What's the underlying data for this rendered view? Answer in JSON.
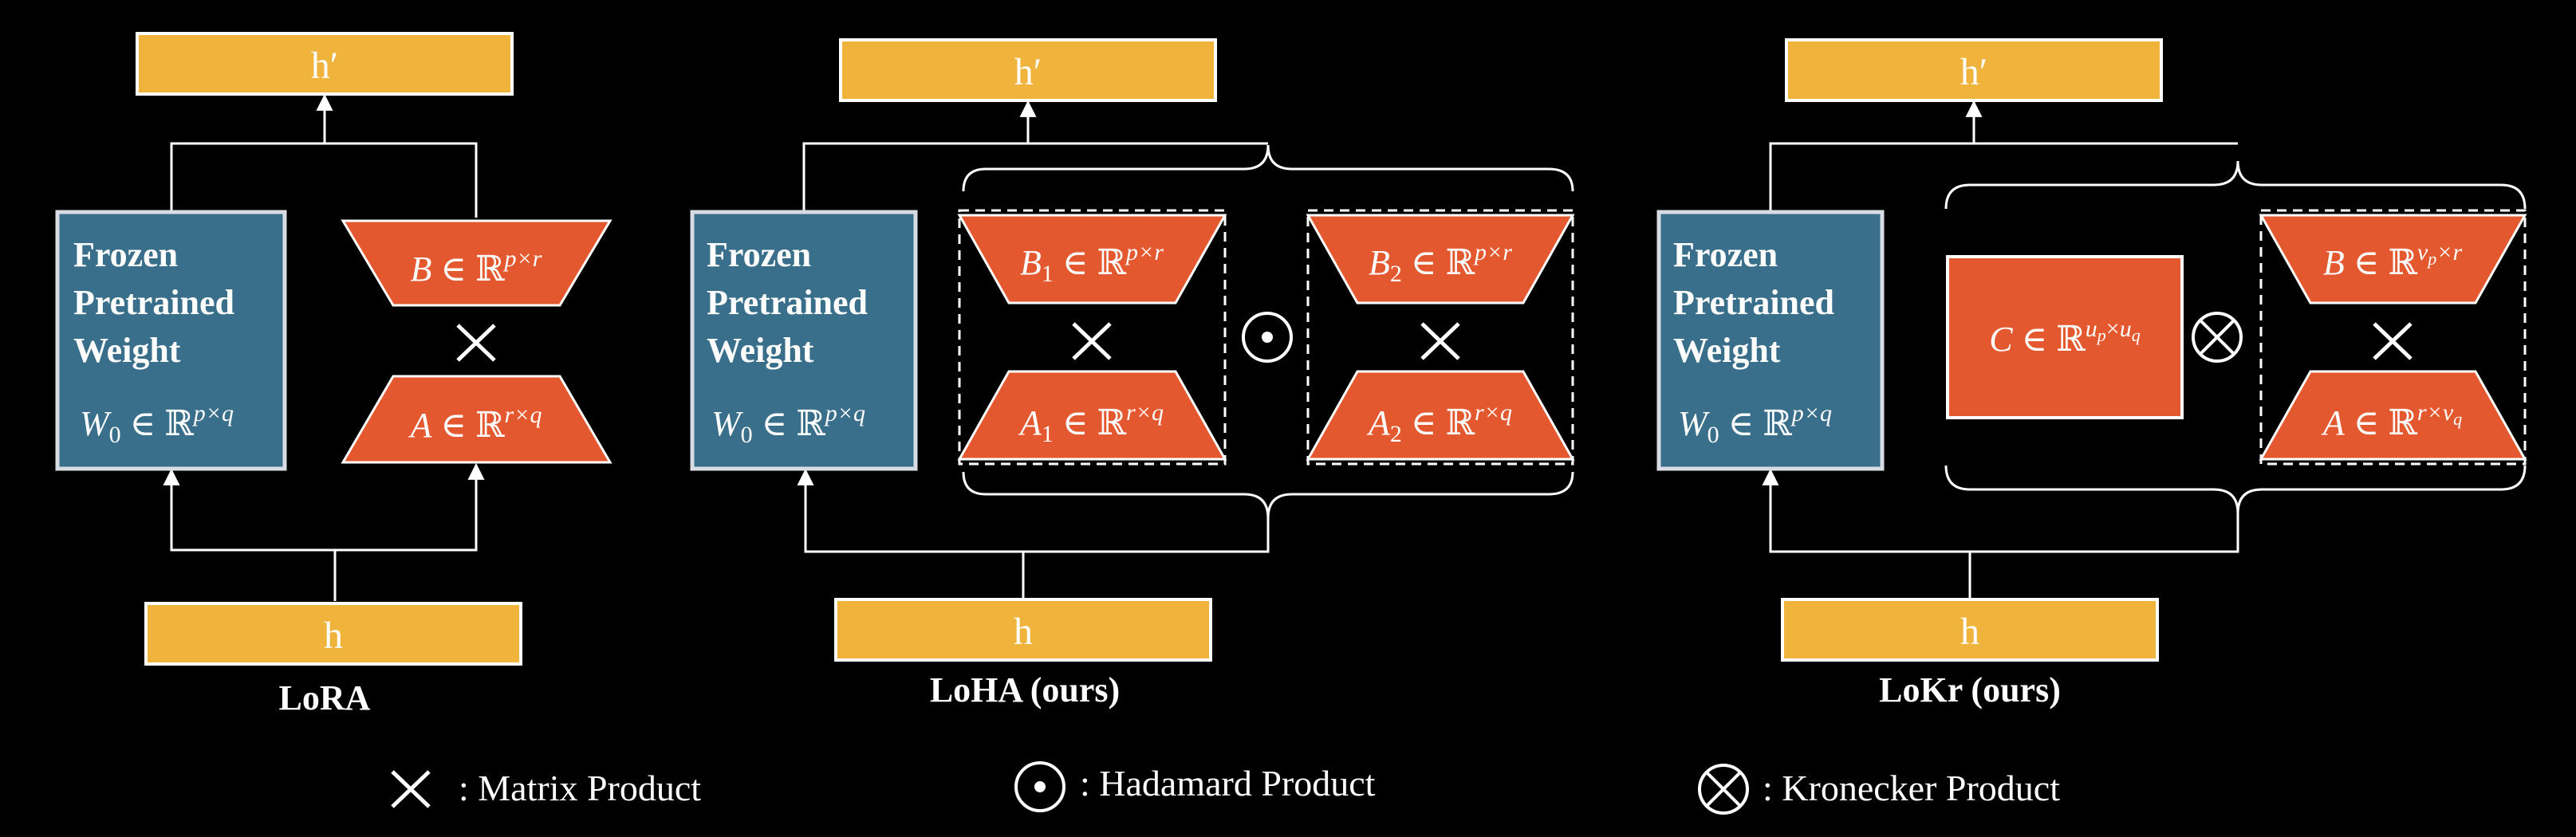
{
  "colors": {
    "background": "#000000",
    "io_box": "#F0B43C",
    "frozen_box": "#3A6F8C",
    "lowrank_box": "#E4582F",
    "line": "#FFFFFF"
  },
  "panels": {
    "lora": {
      "title": "LoRA",
      "output_label": "h′",
      "input_label": "h",
      "frozen": {
        "line1": "Frozen",
        "line2": "Pretrained",
        "line3": "Weight",
        "w_base": "W",
        "w_sub": "0",
        "w_in": " ∈ ℝ",
        "w_sup": "p×q"
      },
      "B": {
        "sym": "B",
        "in": " ∈ ℝ",
        "sup": "p×r"
      },
      "A": {
        "sym": "A",
        "in": " ∈ ℝ",
        "sup": "r×q"
      }
    },
    "loha": {
      "title": "LoHA (ours)",
      "output_label": "h′",
      "input_label": "h",
      "frozen": {
        "line1": "Frozen",
        "line2": "Pretrained",
        "line3": "Weight",
        "w_base": "W",
        "w_sub": "0",
        "w_in": " ∈ ℝ",
        "w_sup": "p×q"
      },
      "B1": {
        "sym": "B",
        "sub": "1",
        "in": " ∈ ℝ",
        "sup": "p×r"
      },
      "A1": {
        "sym": "A",
        "sub": "1",
        "in": " ∈ ℝ",
        "sup": "r×q"
      },
      "B2": {
        "sym": "B",
        "sub": "2",
        "in": " ∈ ℝ",
        "sup": "p×r"
      },
      "A2": {
        "sym": "A",
        "sub": "2",
        "in": " ∈ ℝ",
        "sup": "r×q"
      }
    },
    "lokr": {
      "title": "LoKr (ours)",
      "output_label": "h′",
      "input_label": "h",
      "frozen": {
        "line1": "Frozen",
        "line2": "Pretrained",
        "line3": "Weight",
        "w_base": "W",
        "w_sub": "0",
        "w_in": " ∈ ℝ",
        "w_sup": "p×q"
      },
      "C": {
        "sym": "C",
        "in": " ∈ ℝ",
        "sup_a": "u",
        "sup_a_sub": "p",
        "sup_mid": "×",
        "sup_b": "u",
        "sup_b_sub": "q"
      },
      "B": {
        "sym": "B",
        "in": " ∈ ℝ",
        "sup_a": "v",
        "sup_a_sub": "p",
        "sup_rest": "×r"
      },
      "A": {
        "sym": "A",
        "in": " ∈ ℝ",
        "sup_pre": "r×",
        "sup_a": "v",
        "sup_a_sub": "q"
      }
    }
  },
  "legend": {
    "matrix": ": Matrix Product",
    "hadamard": ": Hadamard Product",
    "kronecker": ": Kronecker Product"
  }
}
